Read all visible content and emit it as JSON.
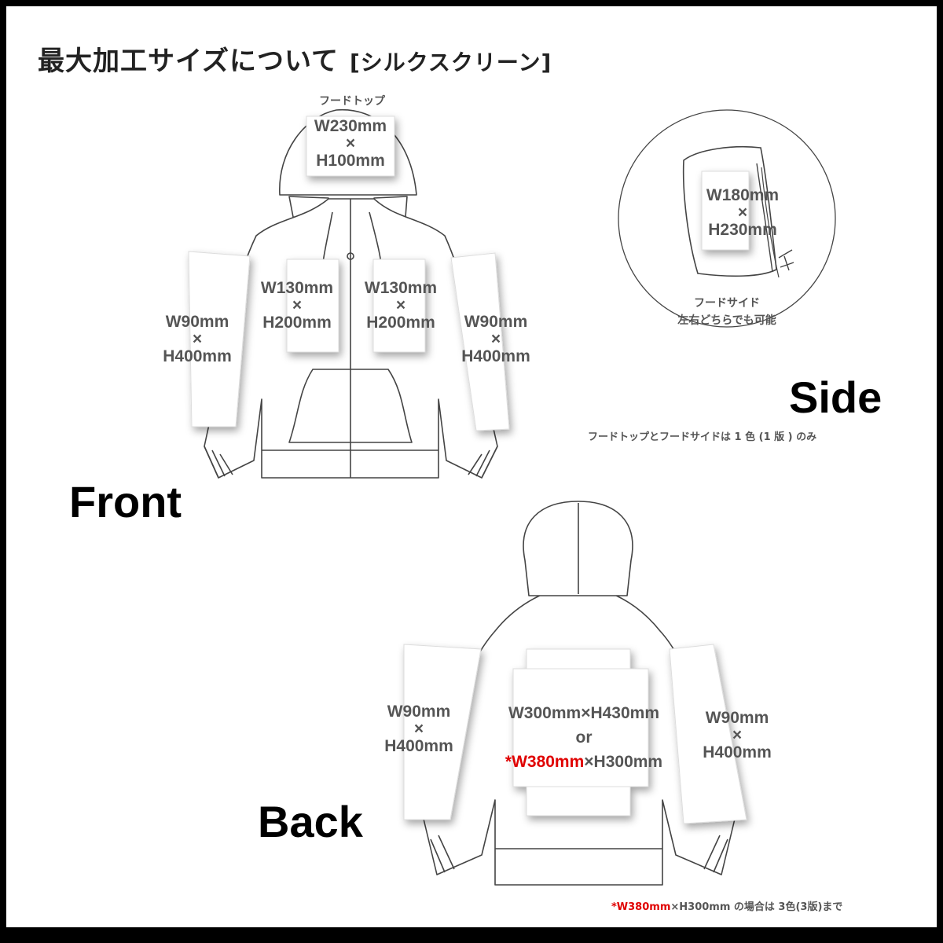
{
  "title": {
    "main": "最大加工サイズについて",
    "sub": "[シルクスクリーン]"
  },
  "views": {
    "front": "Front",
    "side": "Side",
    "back": "Back"
  },
  "front": {
    "hood_top": {
      "caption": "フードトップ",
      "w": "W230mm",
      "x": "×",
      "h": "H100mm"
    },
    "chest_left": {
      "w": "W130mm",
      "x": "×",
      "h": "H200mm"
    },
    "chest_right": {
      "w": "W130mm",
      "x": "×",
      "h": "H200mm"
    },
    "sleeve_left": {
      "w": "W90mm",
      "x": "×",
      "h": "H400mm"
    },
    "sleeve_right": {
      "w": "W90mm",
      "x": "×",
      "h": "H400mm"
    }
  },
  "side": {
    "hood_side": {
      "w": "W180mm",
      "x": "×",
      "h": "H230mm"
    },
    "caption_line1": "フードサイド",
    "caption_line2": "左右どちらでも可能",
    "note": "フードトップとフードサイドは 1 色 (1 版 ) のみ"
  },
  "back": {
    "center": {
      "line1": "W300mm×H430mm",
      "or": "or",
      "line3_prefix": "*W380mm",
      "line3_rest": "×H300mm"
    },
    "sleeve_left": {
      "w": "W90mm",
      "x": "×",
      "h": "H400mm"
    },
    "sleeve_right": {
      "w": "W90mm",
      "x": "×",
      "h": "H400mm"
    }
  },
  "footnote": {
    "highlight": "*W380mm",
    "rest": "×H300mm の場合は 3色(3版)まで"
  },
  "colors": {
    "accent_red": "#e00000",
    "label_gray": "#555555",
    "line": "#444444",
    "frame": "#000000"
  }
}
